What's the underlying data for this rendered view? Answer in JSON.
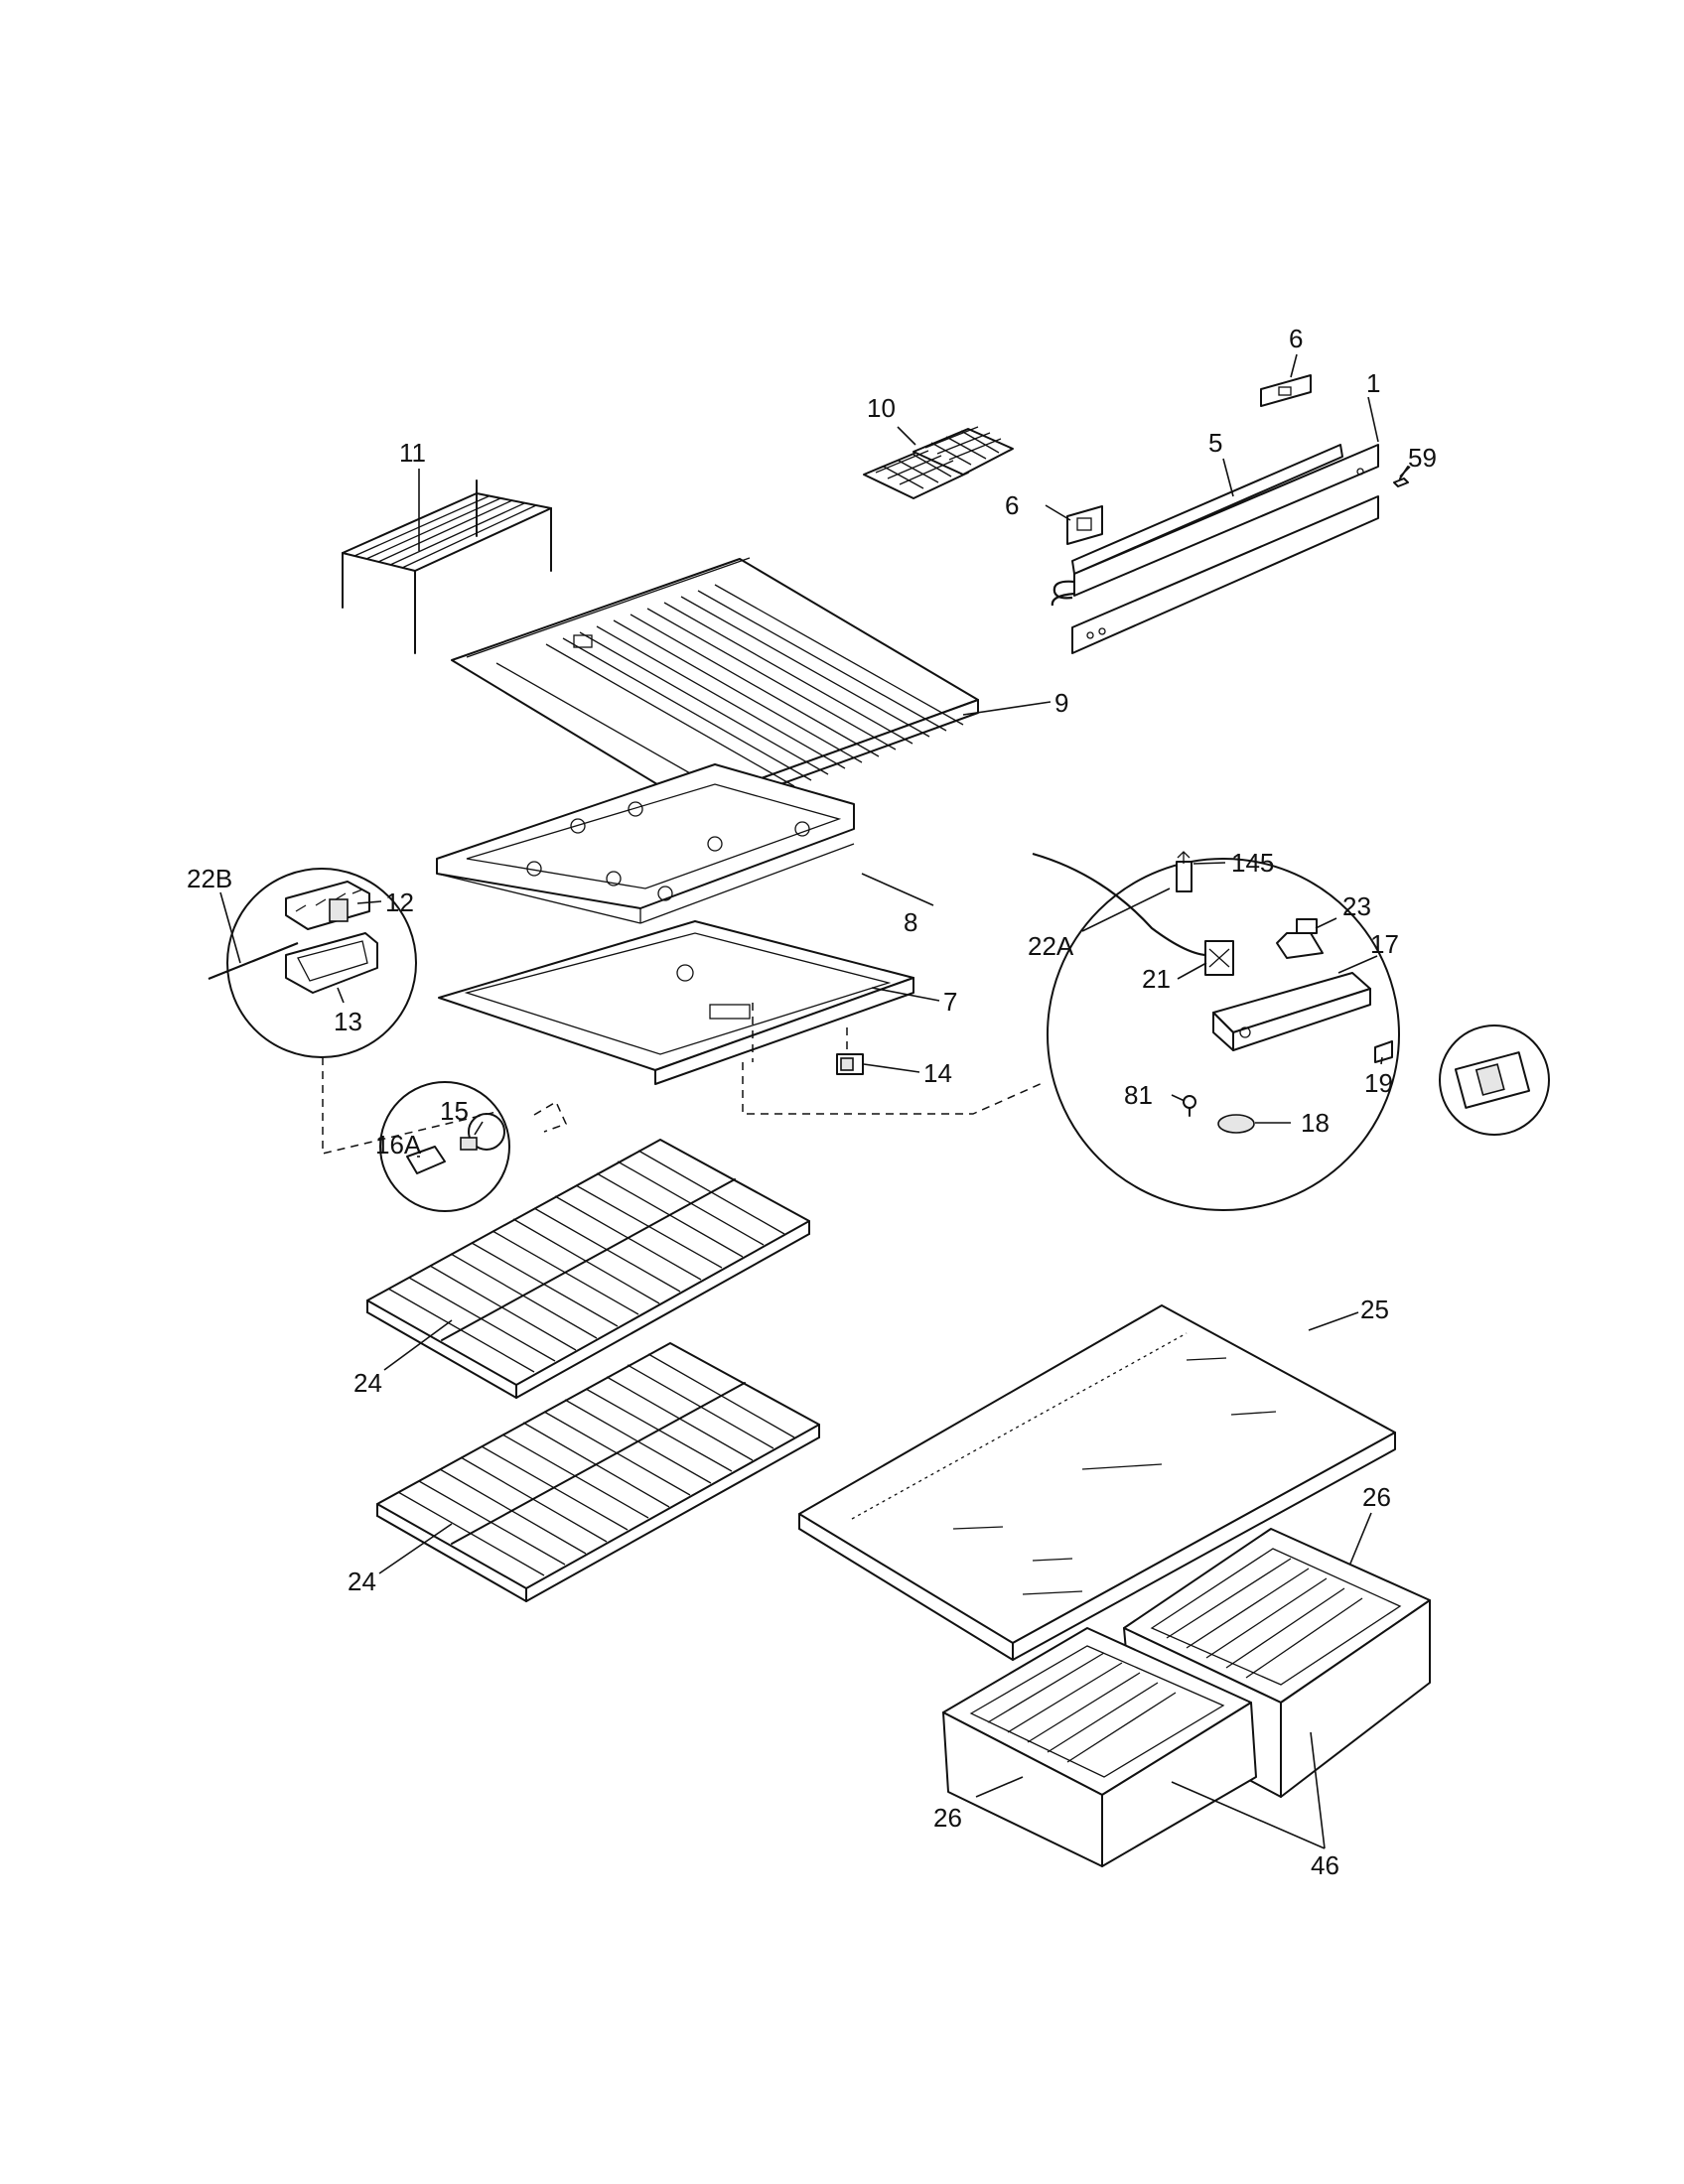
{
  "callouts": {
    "p1": "1",
    "p5": "5",
    "p6a": "6",
    "p6b": "6",
    "p59": "59",
    "p10": "10",
    "p11": "11",
    "p9": "9",
    "p8": "8",
    "p7": "7",
    "p14": "14",
    "p12": "12",
    "p13": "13",
    "p22b": "22B",
    "p15": "15",
    "p16a": "16A",
    "p145": "145",
    "p23": "23",
    "p17": "17",
    "p22a": "22A",
    "p21": "21",
    "p19": "19",
    "p81": "81",
    "p18": "18",
    "p24a": "24",
    "p24b": "24",
    "p25": "25",
    "p26a": "26",
    "p26b": "26",
    "p46": "46"
  }
}
